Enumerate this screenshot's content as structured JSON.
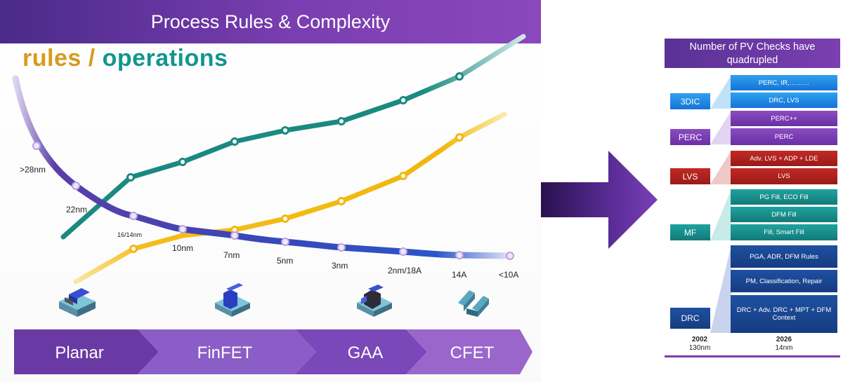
{
  "left": {
    "title": "Process Rules & Complexity",
    "heading": {
      "rules": "rules",
      "slash": " / ",
      "operations": "operations"
    },
    "node_labels": [
      ">28nm",
      "22nm",
      "16/14nm",
      "10nm",
      "7nm",
      "5nm",
      "3nm",
      "2nm/18A",
      "14A",
      "<10A"
    ],
    "stages": [
      "Planar",
      "FinFET",
      "GAA",
      "CFET"
    ]
  },
  "right": {
    "title": "Number of PV Checks have quadrupled",
    "groups": [
      {
        "tag": "3DIC",
        "bars": [
          "PERC, IR,………",
          "DRC, LVS"
        ]
      },
      {
        "tag": "PERC",
        "bars": [
          "PERC++",
          "PERC"
        ]
      },
      {
        "tag": "LVS",
        "bars": [
          "Adv. LVS + ADP + LDE",
          "LVS"
        ]
      },
      {
        "tag": "MF",
        "bars": [
          "PG Fill, ECO Fill",
          "DFM Fill",
          "Fill, Smart Fill"
        ]
      },
      {
        "tag": "DRC",
        "bars": [
          "PGA, ADR, DFM Rules",
          "PM, Classification, Repair",
          "DRC + Adv. DRC + MPT + DFM Context"
        ]
      }
    ],
    "years": [
      {
        "year": "2002",
        "node": "130nm"
      },
      {
        "year": "2026",
        "node": "14nm"
      }
    ]
  },
  "colors": {
    "purple": "#7b3fb0",
    "teal": "#1e8a80",
    "gold": "#f2b70e",
    "blue_curve": "#2b43c0",
    "red": "#b0201e",
    "navy": "#1c4a96"
  }
}
